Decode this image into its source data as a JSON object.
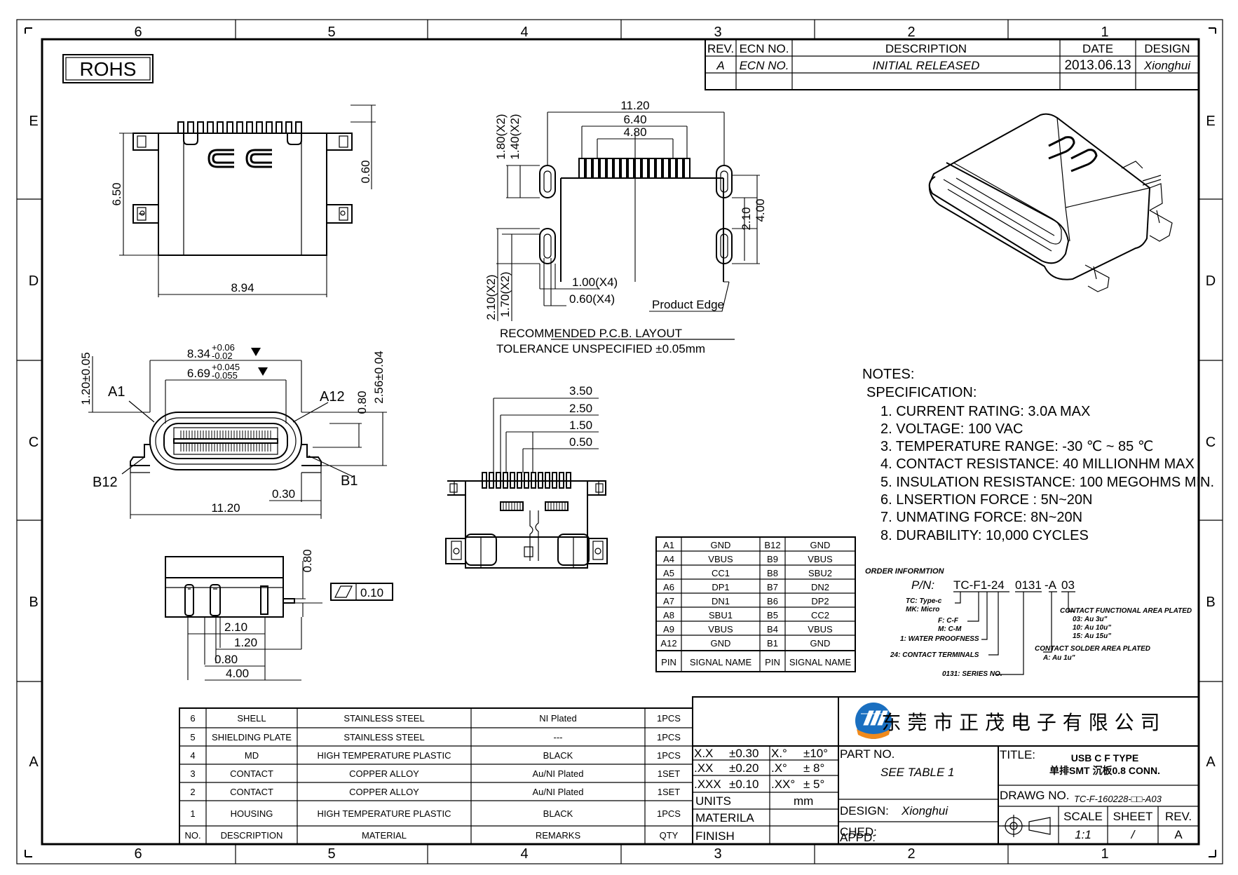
{
  "frame": {
    "columns_top": [
      "6",
      "5",
      "4",
      "3",
      "2",
      "1"
    ],
    "columns_bottom": [
      "6",
      "5",
      "4",
      "3",
      "2",
      "1"
    ],
    "rows": [
      "E",
      "D",
      "C",
      "B",
      "A"
    ]
  },
  "rohs_label": "ROHS",
  "revision_table": {
    "headers": [
      "REV.",
      "ECN NO.",
      "DESCRIPTION",
      "DATE",
      "DESIGN"
    ],
    "rows": [
      [
        "A",
        "ECN NO.",
        "INITIAL RELEASED",
        "2013.06.13",
        "Xionghui"
      ]
    ]
  },
  "top_view": {
    "dims": [
      "6.50",
      "0.60",
      "8.94"
    ]
  },
  "pcb_layout": {
    "dims": [
      "11.20",
      "6.40",
      "4.80",
      "1.80(X2)",
      "1.40(X2)",
      "2.10",
      "4.00",
      "2.10(X2)",
      "1.70(X2)",
      "1.00(X4)",
      "0.60(X4)"
    ],
    "edge_label": "Product Edge",
    "title": "RECOMMENDED P.C.B. LAYOUT",
    "tolerance": "TOLERANCE UNSPECIFIED ±0.05mm"
  },
  "front_view": {
    "dim1_main": "8.34",
    "dim1_tol_up": "+0.06",
    "dim1_tol_dn": "-0.02",
    "dim2_main": "6.69",
    "dim2_tol_up": "+0.045",
    "dim2_tol_dn": "-0.055",
    "left_dim": "1.20±0.05",
    "right_dim1": "0.80",
    "right_dim2": "2.56±0.04",
    "labels": [
      "A1",
      "A12",
      "B12",
      "B1"
    ],
    "bottom_dim1": "0.30",
    "bottom_dim2": "11.20"
  },
  "side_view": {
    "dims": [
      "0.80",
      "2.10",
      "1.20",
      "0.80",
      "4.00"
    ],
    "flatness_value": "0.10"
  },
  "bottom_view": {
    "dims": [
      "3.50",
      "2.50",
      "1.50",
      "0.50"
    ]
  },
  "pin_table": {
    "rows": [
      [
        "A1",
        "GND",
        "B12",
        "GND"
      ],
      [
        "A4",
        "VBUS",
        "B9",
        "VBUS"
      ],
      [
        "A5",
        "CC1",
        "B8",
        "SBU2"
      ],
      [
        "A6",
        "DP1",
        "B7",
        "DN2"
      ],
      [
        "A7",
        "DN1",
        "B6",
        "DP2"
      ],
      [
        "A8",
        "SBU1",
        "B5",
        "CC2"
      ],
      [
        "A9",
        "VBUS",
        "B4",
        "VBUS"
      ],
      [
        "A12",
        "GND",
        "B1",
        "GND"
      ]
    ],
    "footer": [
      "PIN",
      "SIGNAL NAME",
      "PIN",
      "SIGNAL NAME"
    ]
  },
  "notes": {
    "title": "NOTES:",
    "subtitle": "SPECIFICATION:",
    "items": [
      "1. CURRENT RATING: 3.0A MAX",
      "2. VOLTAGE: 100 VAC",
      "3. TEMPERATURE RANGE: -30 ℃ ~ 85 ℃",
      "4. CONTACT RESISTANCE: 40 MILLIONHM MAX",
      "5. INSULATION RESISTANCE: 100 MEGOHMS MIN.",
      "6. LNSERTION FORCE : 5N~20N",
      "7. UNMATING FORCE: 8N~20N",
      "8. DURABILITY: 10,000 CYCLES"
    ]
  },
  "ordering": {
    "title": "ORDER INFORMTION",
    "pn_label": "P/N:",
    "pn_parts": [
      "TC-F1-24",
      "0131",
      "-A",
      "03"
    ],
    "labels": [
      "TC: Type-c",
      "MK: Micro",
      "F: C-F",
      "M: C-M",
      "1: WATER PROOFNESS",
      "24: CONTACT TERMINALS",
      "0131: SERIES NO.",
      "CONTACT FUNCTIONAL AREA PLATED",
      "03: Au 3u\"",
      "10: Au 10u\"",
      "15: Au 15u\"",
      "CONTACT SOLDER AREA PLATED",
      "A: Au 1u\""
    ]
  },
  "bom": {
    "rows": [
      [
        "6",
        "SHELL",
        "STAINLESS STEEL",
        "NI Plated",
        "1PCS"
      ],
      [
        "5",
        "SHIELDING PLATE",
        "STAINLESS STEEL",
        "---",
        "1PCS"
      ],
      [
        "4",
        "MD",
        "HIGH TEMPERATURE PLASTIC",
        "BLACK",
        "1PCS"
      ],
      [
        "3",
        "CONTACT",
        "COPPER ALLOY",
        "Au/NI Plated",
        "1SET"
      ],
      [
        "2",
        "CONTACT",
        "COPPER ALLOY",
        "Au/NI Plated",
        "1SET"
      ],
      [
        "1",
        "HOUSING",
        "HIGH TEMPERATURE PLASTIC",
        "BLACK",
        "1PCS"
      ]
    ],
    "headers": [
      "NO.",
      "DESCRIPTION",
      "MATERIAL",
      "REMARKS",
      "QTY"
    ]
  },
  "title_block": {
    "company": "东 莞 市 正 茂 电 子 有 限 公 司",
    "tolerances": [
      [
        "X.X",
        "±0.30",
        "X.°",
        "±10°"
      ],
      [
        ".XX",
        "±0.20",
        ".X°",
        "± 8°"
      ],
      [
        ".XXX",
        "±0.10",
        ".XX°",
        "± 5°"
      ]
    ],
    "units_label": "UNITS",
    "units_value": "mm",
    "materila_label": "MATERILA",
    "finish_label": "FINISH",
    "part_no_label": "PART NO.",
    "part_no_value": "SEE TABLE 1",
    "design_label": "DESIGN:",
    "design_value": "Xionghui",
    "ched_label": "CHED:",
    "appd_label": "APPD:",
    "title_label": "TITLE:",
    "title_line1": "USB C F TYPE",
    "title_line2": "单排SMT 沉板0.8 CONN.",
    "drawg_label": "DRAWG NO.",
    "drawg_value": "TC-F-160228-□□-A03",
    "scale_label": "SCALE",
    "scale_value": "1:1",
    "sheet_label": "SHEET",
    "sheet_value": "/",
    "rev_label": "REV.",
    "rev_value": "A"
  },
  "colors": {
    "line": "#000000",
    "logo_blue": "#1a6fc0",
    "logo_orange": "#f08a1c"
  }
}
